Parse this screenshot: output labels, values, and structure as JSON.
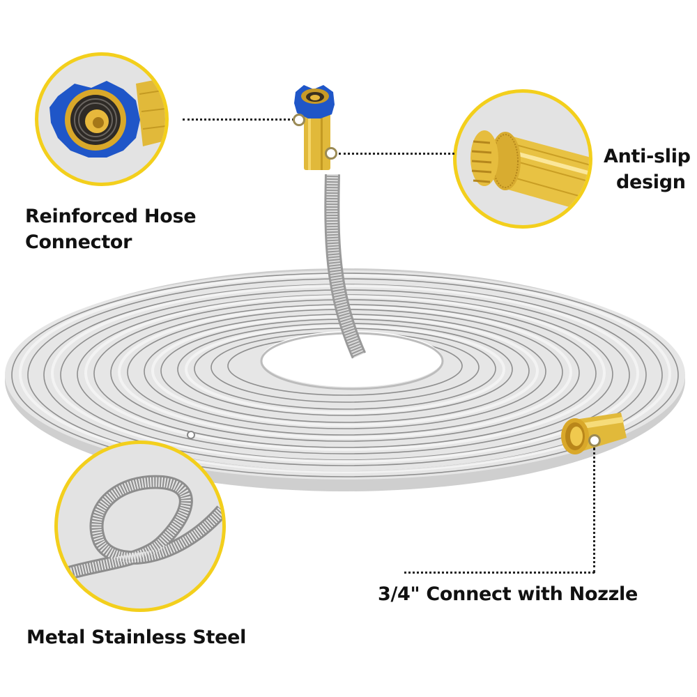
{
  "features": [
    {
      "id": "connector",
      "label_lines": [
        "Reinforced Hose",
        "Connector"
      ]
    },
    {
      "id": "anti_slip",
      "label_lines": [
        "Anti-slip",
        "design"
      ]
    },
    {
      "id": "steel",
      "label_lines": [
        "Metal Stainless Steel"
      ]
    },
    {
      "id": "nozzle",
      "label_lines": [
        "3/4\" Connect with Nozzle"
      ]
    }
  ],
  "colors": {
    "callout_ring": "#f3cf1c",
    "callout_fill": "#e3e3e3",
    "brass": "#e1b93a",
    "connector_blue": "#1f56c8",
    "steel": "#c9c9c9",
    "text": "#111111"
  },
  "icons": {
    "hose_coil": "stainless-steel-hose-coil",
    "female_connector": "blue-female-connector",
    "male_connector": "brass-male-connector",
    "knotted_hose": "knotted-hose-detail"
  }
}
